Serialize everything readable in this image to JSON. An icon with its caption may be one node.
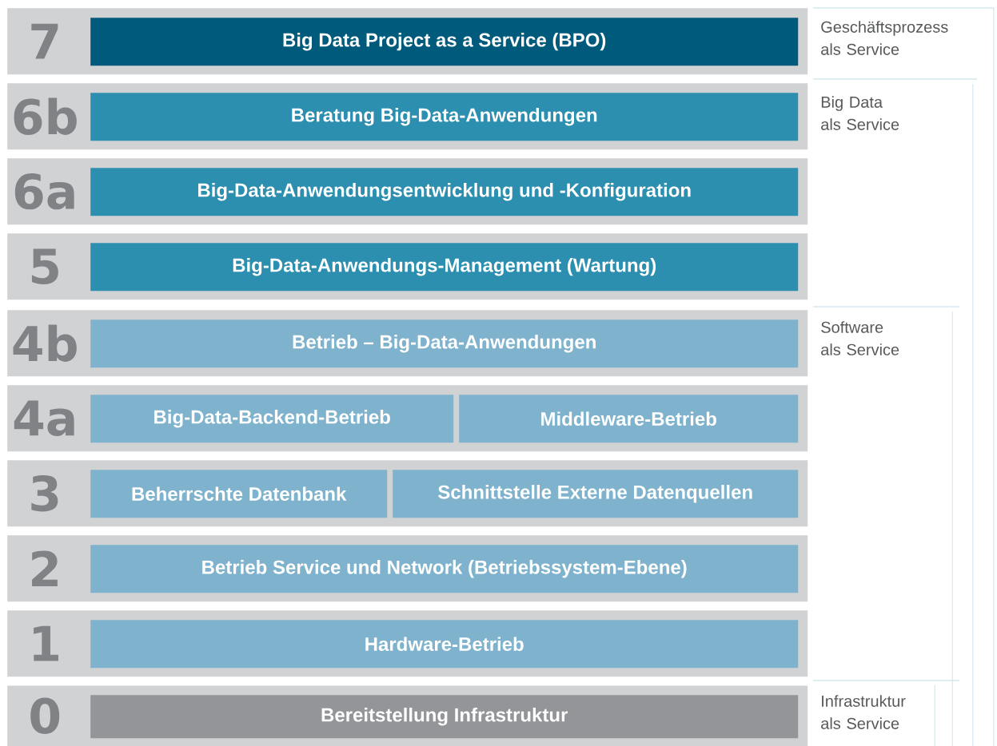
{
  "diagram": {
    "nodes": [
      {
        "text": [
          "7"
        ]
      },
      {
        "text": [
          "Big Data Project as a Service (BPO)"
        ],
        "in": 0
      },
      {
        "text": [
          "6b"
        ]
      },
      {
        "text": [
          "Beratung Big-Data-Anwendungen"
        ],
        "in": 2
      },
      {
        "text": [
          "6a"
        ]
      },
      {
        "text": [
          "Big-Data-Anwendungsentwicklung und -Konfiguration"
        ],
        "in": 4
      },
      {
        "text": [
          "5"
        ]
      },
      {
        "text": [
          "Big-Data-Anwendungs-Management (Wartung)"
        ],
        "in": 6
      },
      {
        "text": [
          "4b"
        ]
      },
      {
        "text": [
          "Betrieb – Big-Data-Anwendungen"
        ],
        "in": 8
      },
      {
        "text": [
          "4a"
        ]
      },
      {
        "text": [
          "Big-Data-Backend-Betrieb"
        ],
        "in": 10
      },
      {
        "text": [
          "Middleware-Betrieb"
        ],
        "in": 10
      },
      {
        "text": [
          "3"
        ]
      },
      {
        "text": [
          "Beherrschte Datenbank"
        ],
        "in": 13
      },
      {
        "text": [
          "Schnittstelle Externe Datenquellen"
        ],
        "in": 13
      },
      {
        "text": [
          "2"
        ]
      },
      {
        "text": [
          "Betrieb Service und Network (Betriebssystem-Ebene)"
        ],
        "in": 16
      },
      {
        "text": [
          "1"
        ]
      },
      {
        "text": [
          "Hardware-Betrieb"
        ],
        "in": 18
      },
      {
        "text": [
          "0"
        ]
      },
      {
        "text": [
          "Bereitstellung Infrastruktur"
        ],
        "in": 20
      }
    ],
    "labels": [
      "Geschäftsprozess als Service",
      "Big Data als Service",
      "Software als Service",
      "Infrastruktur als Service"
    ]
  }
}
